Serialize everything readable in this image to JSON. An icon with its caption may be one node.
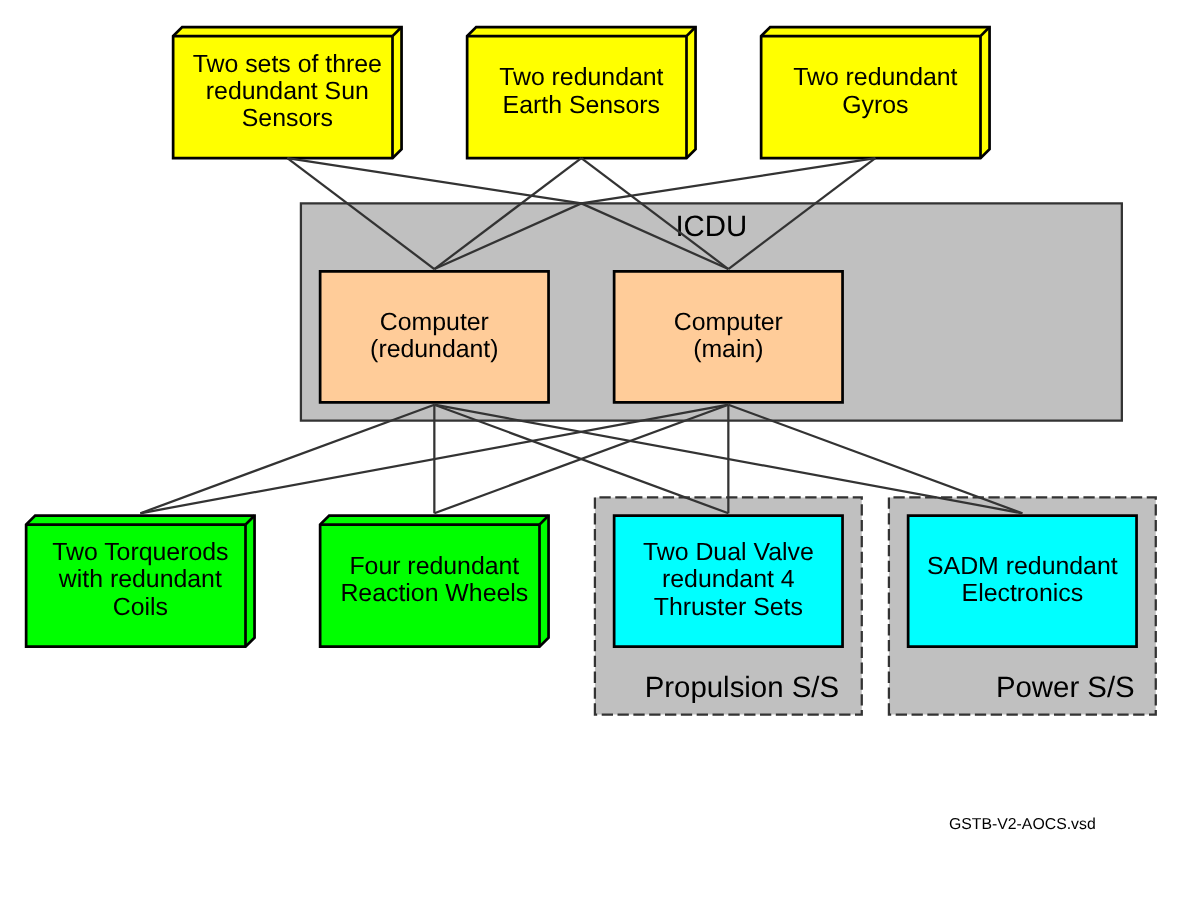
{
  "diagram": {
    "nodes": [
      {
        "text": [
          "Two sets of three redundant Sun Sensors"
        ]
      },
      {
        "text": [
          "Two redundant Earth Sensors"
        ]
      },
      {
        "text": [
          "Two redundant Gyros"
        ]
      },
      {
        "text": [
          "ICDU"
        ]
      },
      {
        "text": [
          "Computer",
          "(main)"
        ],
        "in": 3
      },
      {
        "text": [
          "Computer",
          "(redundant)"
        ],
        "in": 3
      },
      {
        "text": [
          "Two Torquerods with redundant Coils"
        ]
      },
      {
        "text": [
          "Four redundant Reaction Wheels"
        ]
      },
      {
        "text": [
          "Propulsion S/S"
        ]
      },
      {
        "text": [
          "Two Dual Valve redundant 4 Thruster Sets"
        ],
        "in": 8
      },
      {
        "text": [
          "Power S/S"
        ]
      },
      {
        "text": [
          "SADM redundant Electronics"
        ],
        "in": 10
      }
    ],
    "edges": [
      {
        "from": 0,
        "to": 4,
        "arrow": "none"
      },
      {
        "from": 0,
        "to": 5,
        "arrow": "none"
      },
      {
        "from": 1,
        "to": 4,
        "arrow": "none"
      },
      {
        "from": 1,
        "to": 5,
        "arrow": "none"
      },
      {
        "from": 2,
        "to": 4,
        "arrow": "none"
      },
      {
        "from": 2,
        "to": 5,
        "arrow": "none"
      },
      {
        "from": 4,
        "to": 6,
        "arrow": "none"
      },
      {
        "from": 5,
        "to": 6,
        "arrow": "none"
      },
      {
        "from": 4,
        "to": 7,
        "arrow": "none"
      },
      {
        "from": 5,
        "to": 7,
        "arrow": "none"
      },
      {
        "from": 4,
        "to": 9,
        "arrow": "none"
      },
      {
        "from": 5,
        "to": 9,
        "arrow": "none"
      },
      {
        "from": 4,
        "to": 11,
        "arrow": "none"
      },
      {
        "from": 5,
        "to": 11,
        "arrow": "none"
      }
    ],
    "labels": [
      "GSTB-V2-AOCS.vsd"
    ]
  }
}
